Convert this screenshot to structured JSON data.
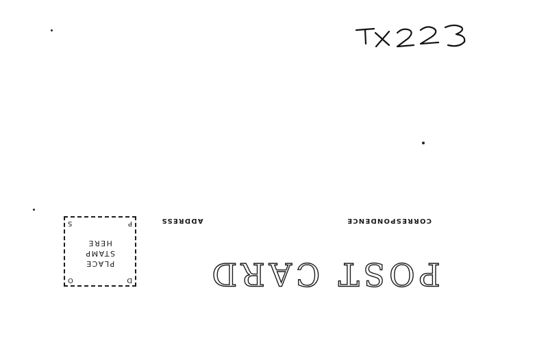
{
  "handwritten_note": "TX223",
  "postcard": {
    "title": "POST CARD",
    "correspondence_label": "CORRESPONDENCE",
    "address_label": "ADDRESS"
  },
  "stamp_box": {
    "lines": [
      "PLACE",
      "STAMP",
      "HERE"
    ],
    "corners": {
      "top_left": "D",
      "top_right": "O",
      "bottom_left": "P",
      "bottom_right": "S"
    }
  }
}
